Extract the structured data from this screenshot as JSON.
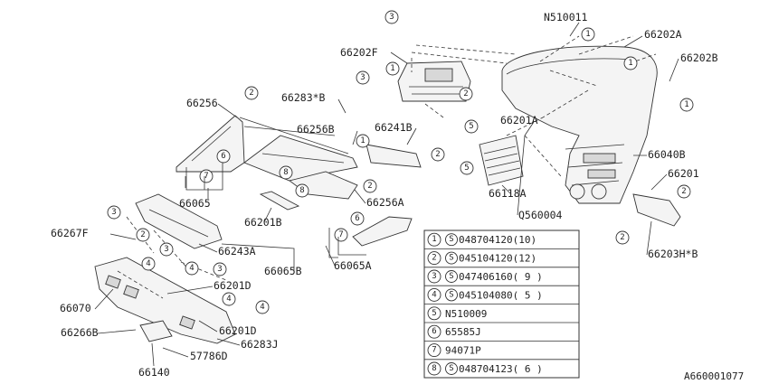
{
  "part_labels": {
    "p66202F": "66202F",
    "pN510011": "N510011",
    "p66202A": "66202A",
    "p66202B": "66202B",
    "p66256": "66256",
    "p66283B": "66283*B",
    "p66256B": "66256B",
    "p66241B": "66241B",
    "p66201A": "66201A",
    "p66040B": "66040B",
    "p66201": "66201",
    "p66065": "66065",
    "p66118A": "66118A",
    "pQ560004": "Q560004",
    "p66256A": "66256A",
    "p66201B": "66201B",
    "p66267F": "66267F",
    "p66243A": "66243A",
    "p66065B": "66065B",
    "p66065A": "66065A",
    "p66203HB": "66203H*B",
    "p66201D_1": "66201D",
    "p66070": "66070",
    "p66201D_2": "66201D",
    "p66266B": "66266B",
    "p66283J": "66283J",
    "p57786D": "57786D",
    "p66140": "66140"
  },
  "callouts": {
    "c1": "1",
    "c2": "2",
    "c3": "3",
    "c4": "4",
    "c5": "5",
    "c6": "6",
    "c7": "7",
    "c8": "8"
  },
  "legend": [
    {
      "num": "1",
      "code": "048704120(10)",
      "s_mark": true
    },
    {
      "num": "2",
      "code": "045104120(12)",
      "s_mark": true
    },
    {
      "num": "3",
      "code": "047406160( 9 )",
      "s_mark": true
    },
    {
      "num": "4",
      "code": "045104080( 5 )",
      "s_mark": true
    },
    {
      "num": "5",
      "code": "N510009",
      "s_mark": false
    },
    {
      "num": "6",
      "code": "65585J",
      "s_mark": false
    },
    {
      "num": "7",
      "code": "94071P",
      "s_mark": false
    },
    {
      "num": "8",
      "code": "048704123( 6 )",
      "s_mark": true
    }
  ],
  "s_mark_letter": "S",
  "diagram_id": "A660001077"
}
